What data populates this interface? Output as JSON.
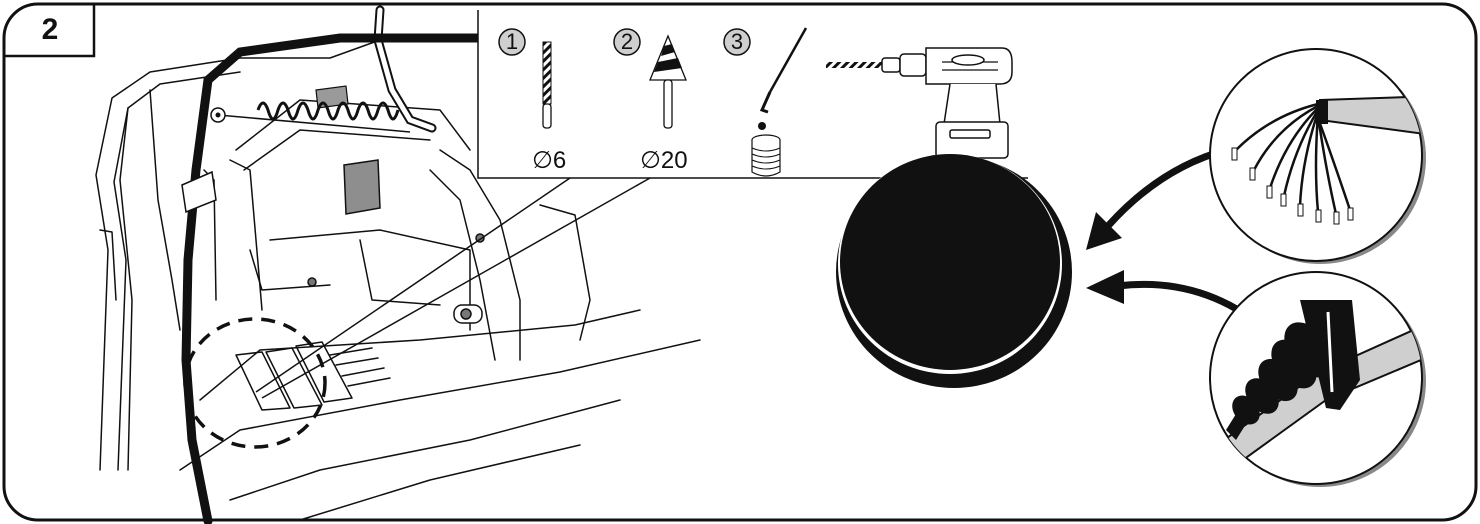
{
  "step": {
    "number": "2"
  },
  "tools": [
    {
      "index": "1",
      "name": "drill-bit",
      "size_label": "∅6"
    },
    {
      "index": "2",
      "name": "step-drill-bit",
      "size_label": "∅20"
    },
    {
      "index": "3",
      "name": "brush-and-paint",
      "size_label": ""
    },
    {
      "index": "",
      "name": "cordless-drill",
      "size_label": ""
    }
  ],
  "colors": {
    "ink": "#111111",
    "panel": "#ffffff",
    "grey": "#9a9a9a",
    "light_grey": "#d8d8d8"
  }
}
